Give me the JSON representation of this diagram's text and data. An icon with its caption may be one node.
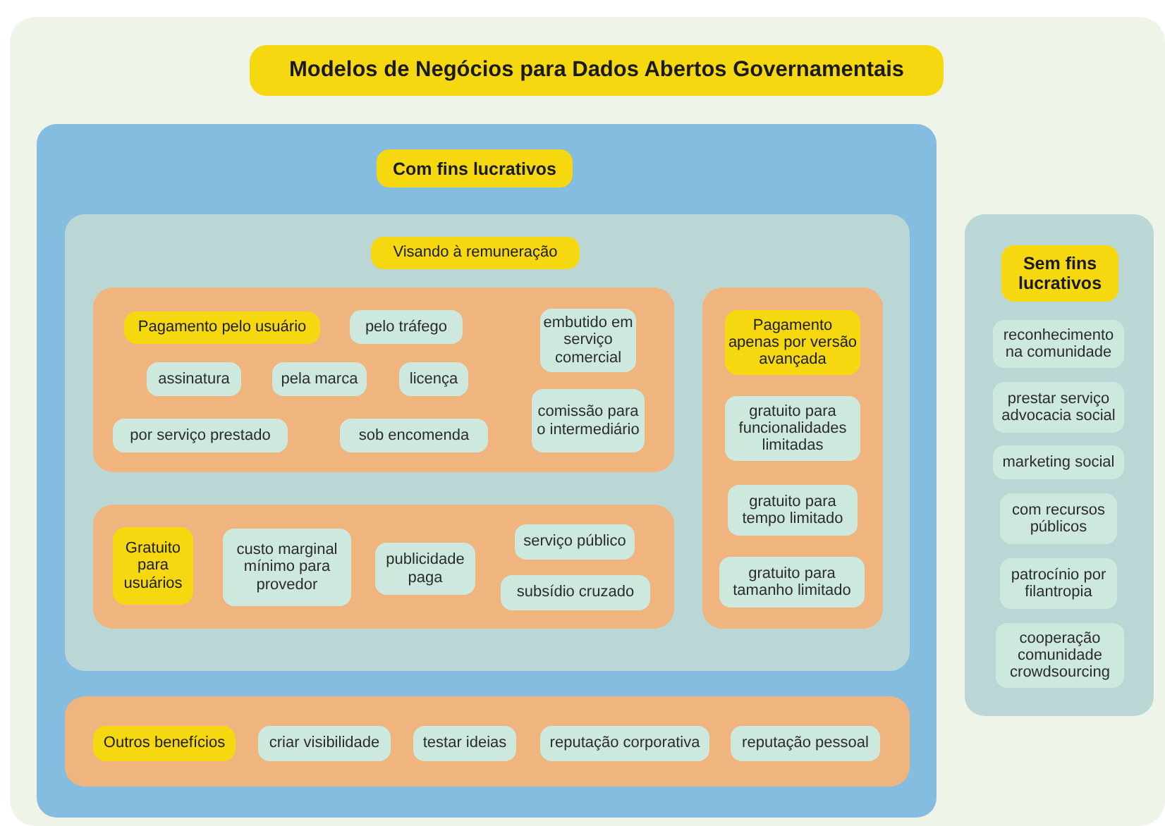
{
  "diagram": {
    "title": "Modelos de Negócios para Dados Abertos Governamentais",
    "nodes": [
      {
        "text": [
          "Com fins lucrativos"
        ]
      },
      {
        "text": [
          "Visando à remuneração"
        ],
        "in": 0
      },
      {
        "text": [
          "Pagamento pelo usuário"
        ],
        "in": 1
      },
      {
        "text": [
          "pelo tráfego"
        ],
        "in": 2
      },
      {
        "text": [
          "embutido em serviço comercial"
        ],
        "in": 2
      },
      {
        "text": [
          "assinatura"
        ],
        "in": 2
      },
      {
        "text": [
          "pela marca"
        ],
        "in": 2
      },
      {
        "text": [
          "licença"
        ],
        "in": 2
      },
      {
        "text": [
          "comissão para o intermediário"
        ],
        "in": 2
      },
      {
        "text": [
          "por serviço prestado"
        ],
        "in": 2
      },
      {
        "text": [
          "sob encomenda"
        ],
        "in": 2
      },
      {
        "text": [
          "Pagamento apenas por versão avançada"
        ],
        "in": 1
      },
      {
        "text": [
          "gratuito para funcionalidades limitadas"
        ],
        "in": 11
      },
      {
        "text": [
          "gratuito para tempo limitado"
        ],
        "in": 11
      },
      {
        "text": [
          "gratuito para tamanho limitado"
        ],
        "in": 11
      },
      {
        "text": [
          "Gratuito para usuários"
        ],
        "in": 1
      },
      {
        "text": [
          "custo marginal mínimo para provedor"
        ],
        "in": 15
      },
      {
        "text": [
          "publicidade paga"
        ],
        "in": 15
      },
      {
        "text": [
          "serviço público"
        ],
        "in": 15
      },
      {
        "text": [
          "subsídio cruzado"
        ],
        "in": 15
      },
      {
        "text": [
          "Outros benefícios"
        ],
        "in": 0
      },
      {
        "text": [
          "criar visibilidade"
        ],
        "in": 20
      },
      {
        "text": [
          "testar ideias"
        ],
        "in": 20
      },
      {
        "text": [
          "reputação corporativa"
        ],
        "in": 20
      },
      {
        "text": [
          "reputação pessoal"
        ],
        "in": 20
      },
      {
        "text": [
          "Sem fins lucrativos"
        ]
      },
      {
        "text": [
          "reconhecimento na comunidade"
        ],
        "in": 25
      },
      {
        "text": [
          "prestar serviço advocacia social"
        ],
        "in": 25
      },
      {
        "text": [
          "marketing social"
        ],
        "in": 25
      },
      {
        "text": [
          "com recursos públicos"
        ],
        "in": 25
      },
      {
        "text": [
          "patrocínio por filantropia"
        ],
        "in": 25
      },
      {
        "text": [
          "cooperação comunidade crowdsourcing"
        ],
        "in": 25
      }
    ],
    "edges": []
  }
}
